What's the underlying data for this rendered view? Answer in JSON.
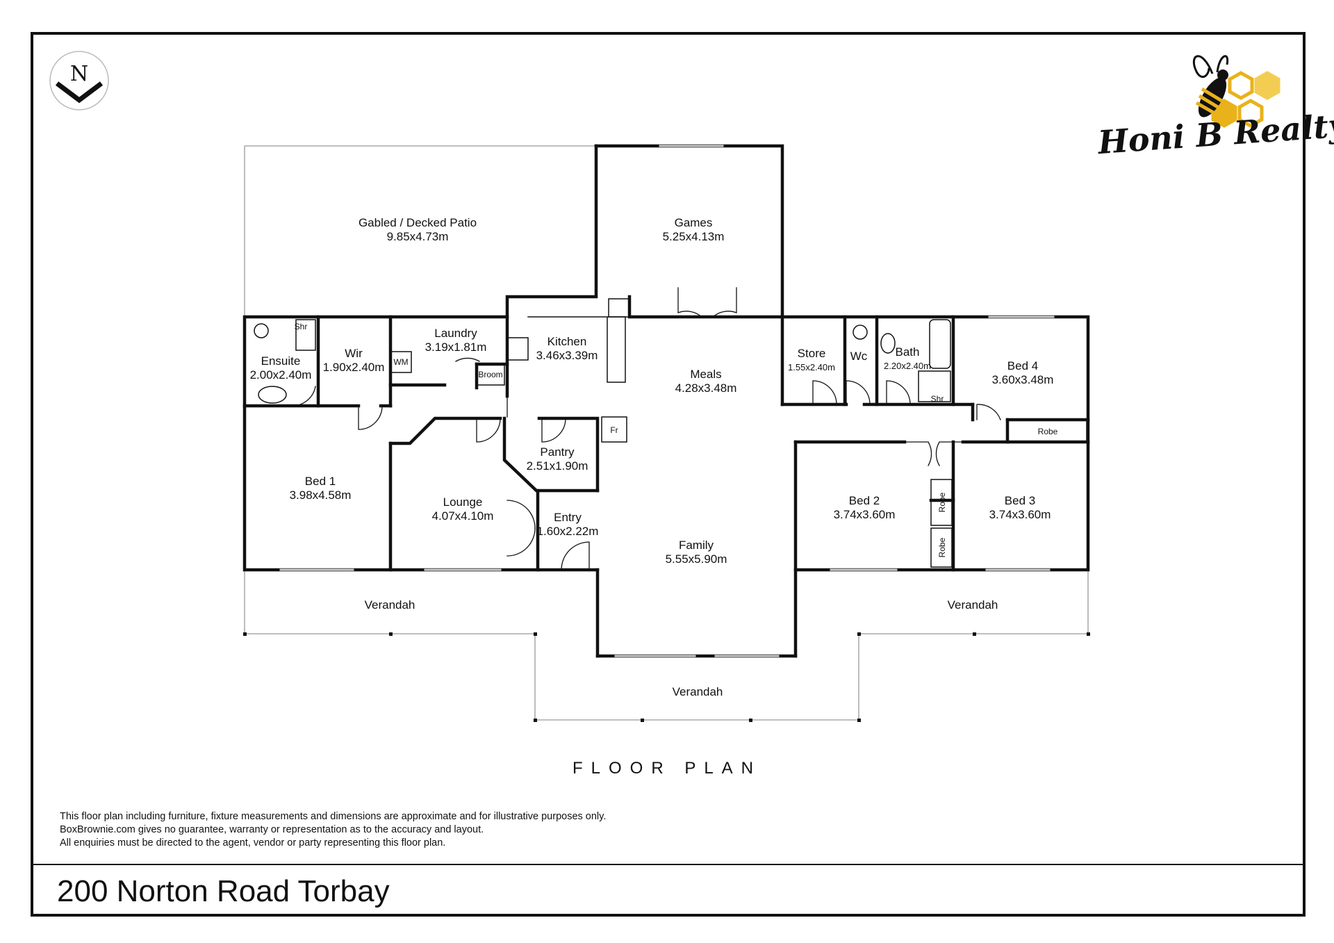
{
  "compass": {
    "letter": "N"
  },
  "brand": {
    "name": "Honi B Realty",
    "hex_color": "#e9b21a",
    "icon": "bee-honeycomb-logo"
  },
  "rooms": {
    "patio": {
      "name": "Gabled / Decked Patio",
      "size": "9.85x4.73m"
    },
    "games": {
      "name": "Games",
      "size": "5.25x4.13m"
    },
    "ensuite": {
      "name": "Ensuite",
      "size": "2.00x2.40m"
    },
    "wir": {
      "name": "Wir",
      "size": "1.90x2.40m"
    },
    "laundry": {
      "name": "Laundry",
      "size": "3.19x1.81m"
    },
    "kitchen": {
      "name": "Kitchen",
      "size": "3.46x3.39m"
    },
    "meals": {
      "name": "Meals",
      "size": "4.28x3.48m"
    },
    "store": {
      "name": "Store",
      "size": "1.55x2.40m"
    },
    "wc": {
      "name": "Wc"
    },
    "bath": {
      "name": "Bath",
      "size": "2.20x2.40m"
    },
    "bed4": {
      "name": "Bed 4",
      "size": "3.60x3.48m"
    },
    "bed1": {
      "name": "Bed 1",
      "size": "3.98x4.58m"
    },
    "pantry": {
      "name": "Pantry",
      "size": "2.51x1.90m"
    },
    "lounge": {
      "name": "Lounge",
      "size": "4.07x4.10m"
    },
    "entry": {
      "name": "Entry",
      "size": "1.60x2.22m"
    },
    "family": {
      "name": "Family",
      "size": "5.55x5.90m"
    },
    "bed2": {
      "name": "Bed 2",
      "size": "3.74x3.60m"
    },
    "bed3": {
      "name": "Bed 3",
      "size": "3.74x3.60m"
    },
    "verandah_left": {
      "name": "Verandah"
    },
    "verandah_right": {
      "name": "Verandah"
    },
    "verandah_front": {
      "name": "Verandah"
    }
  },
  "fixtures": {
    "shr": "Shr",
    "wm": "WM",
    "broom": "Broom",
    "fr": "Fr",
    "robe": "Robe"
  },
  "plan_title": "FLOOR PLAN",
  "disclaimer": [
    "This floor plan including furniture, fixture measurements and dimensions are approximate and for illustrative purposes only.",
    "BoxBrownie.com gives no guarantee, warranty or representation as to the accuracy and layout.",
    "All enquiries must be directed to the agent, vendor or party representing this floor plan."
  ],
  "address": "200 Norton Road Torbay"
}
